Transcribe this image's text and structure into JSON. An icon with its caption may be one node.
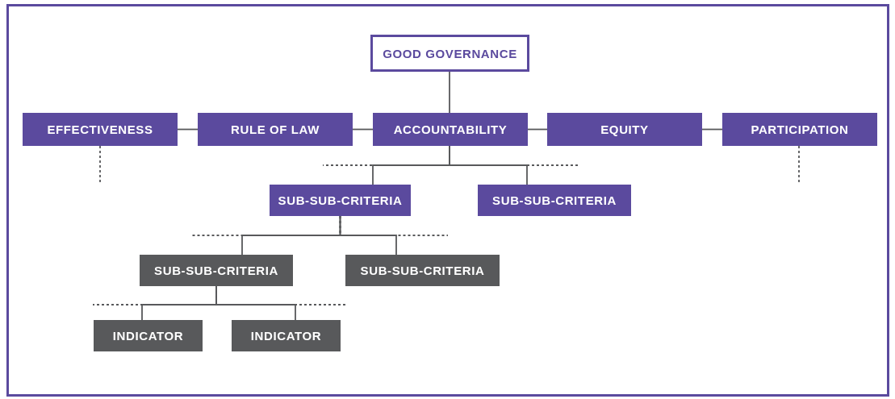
{
  "diagram": {
    "nodes": [
      {
        "text": [
          "GOOD GOVERNANCE"
        ]
      },
      {
        "text": [
          "EFFECTIVENESS"
        ]
      },
      {
        "text": [
          "RULE OF LAW"
        ]
      },
      {
        "text": [
          "ACCOUNTABILITY"
        ]
      },
      {
        "text": [
          "EQUITY"
        ]
      },
      {
        "text": [
          "PARTICIPATION"
        ]
      },
      {
        "text": [
          "SUB-SUB-CRITERIA"
        ]
      },
      {
        "text": [
          "SUB-SUB-CRITERIA"
        ]
      },
      {
        "text": [
          "SUB-SUB-CRITERIA"
        ]
      },
      {
        "text": [
          "SUB-SUB-CRITERIA"
        ]
      },
      {
        "text": [
          "INDICATOR"
        ]
      },
      {
        "text": [
          "INDICATOR"
        ]
      }
    ],
    "edges": [
      {
        "from": 0,
        "to": 3,
        "arrow": "none"
      },
      {
        "from": 1,
        "to": 2,
        "arrow": "none"
      },
      {
        "from": 2,
        "to": 3,
        "arrow": "none"
      },
      {
        "from": 3,
        "to": 4,
        "arrow": "none"
      },
      {
        "from": 4,
        "to": 5,
        "arrow": "none"
      },
      {
        "from": 3,
        "to": 6,
        "arrow": "none"
      },
      {
        "from": 3,
        "to": 7,
        "arrow": "none"
      },
      {
        "from": 6,
        "to": 8,
        "arrow": "none"
      },
      {
        "from": 6,
        "to": 9,
        "arrow": "none"
      },
      {
        "from": 8,
        "to": 10,
        "arrow": "none"
      },
      {
        "from": 8,
        "to": 11,
        "arrow": "none"
      },
      {
        "from": 1,
        "to": null,
        "arrow": "none",
        "style": "dashed"
      },
      {
        "from": 5,
        "to": null,
        "arrow": "none",
        "style": "dashed"
      },
      {
        "from": 3,
        "to": null,
        "arrow": "none",
        "style": "dashed"
      },
      {
        "from": 3,
        "to": null,
        "arrow": "none",
        "style": "dashed"
      },
      {
        "from": 6,
        "to": null,
        "arrow": "none",
        "style": "dashed"
      },
      {
        "from": 6,
        "to": null,
        "arrow": "none",
        "style": "dashed"
      },
      {
        "from": 8,
        "to": null,
        "arrow": "none",
        "style": "dashed"
      },
      {
        "from": 8,
        "to": null,
        "arrow": "none",
        "style": "dashed"
      }
    ]
  }
}
